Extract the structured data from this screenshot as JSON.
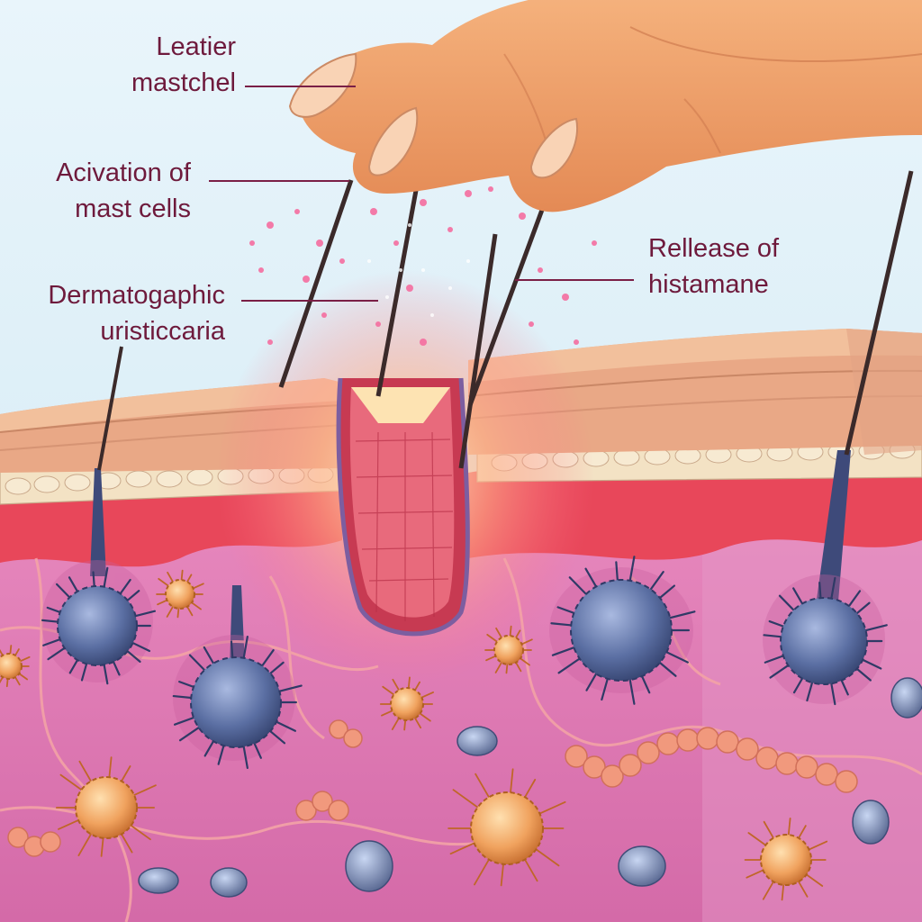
{
  "labels": {
    "leather": {
      "line1": "Leatier",
      "line2": "mastchel"
    },
    "activation": {
      "line1": "Acivation of",
      "line2": "mast cells"
    },
    "dermatographic": {
      "line1": "Dermatogaphic",
      "line2": "uristiccaria"
    },
    "release": {
      "line1": "Rellease of",
      "line2": "histamane"
    }
  },
  "icons": [
    "finger-icon",
    "hair-follicle-icon",
    "mast-cell-icon",
    "histamine-particle-icon",
    "blood-vessel-icon"
  ],
  "colors": {
    "background": "#dff0f8",
    "label_text": "#6e1a3c",
    "leader_line": "#7a1f46",
    "skin_finger": "#f0a06a",
    "epidermis": "#e9a886",
    "dermis": "#df7fb2",
    "inflamed": "#e8475a",
    "mast_cell_blue": "#5b6fa3",
    "mast_cell_orange": "#f0a25e"
  }
}
